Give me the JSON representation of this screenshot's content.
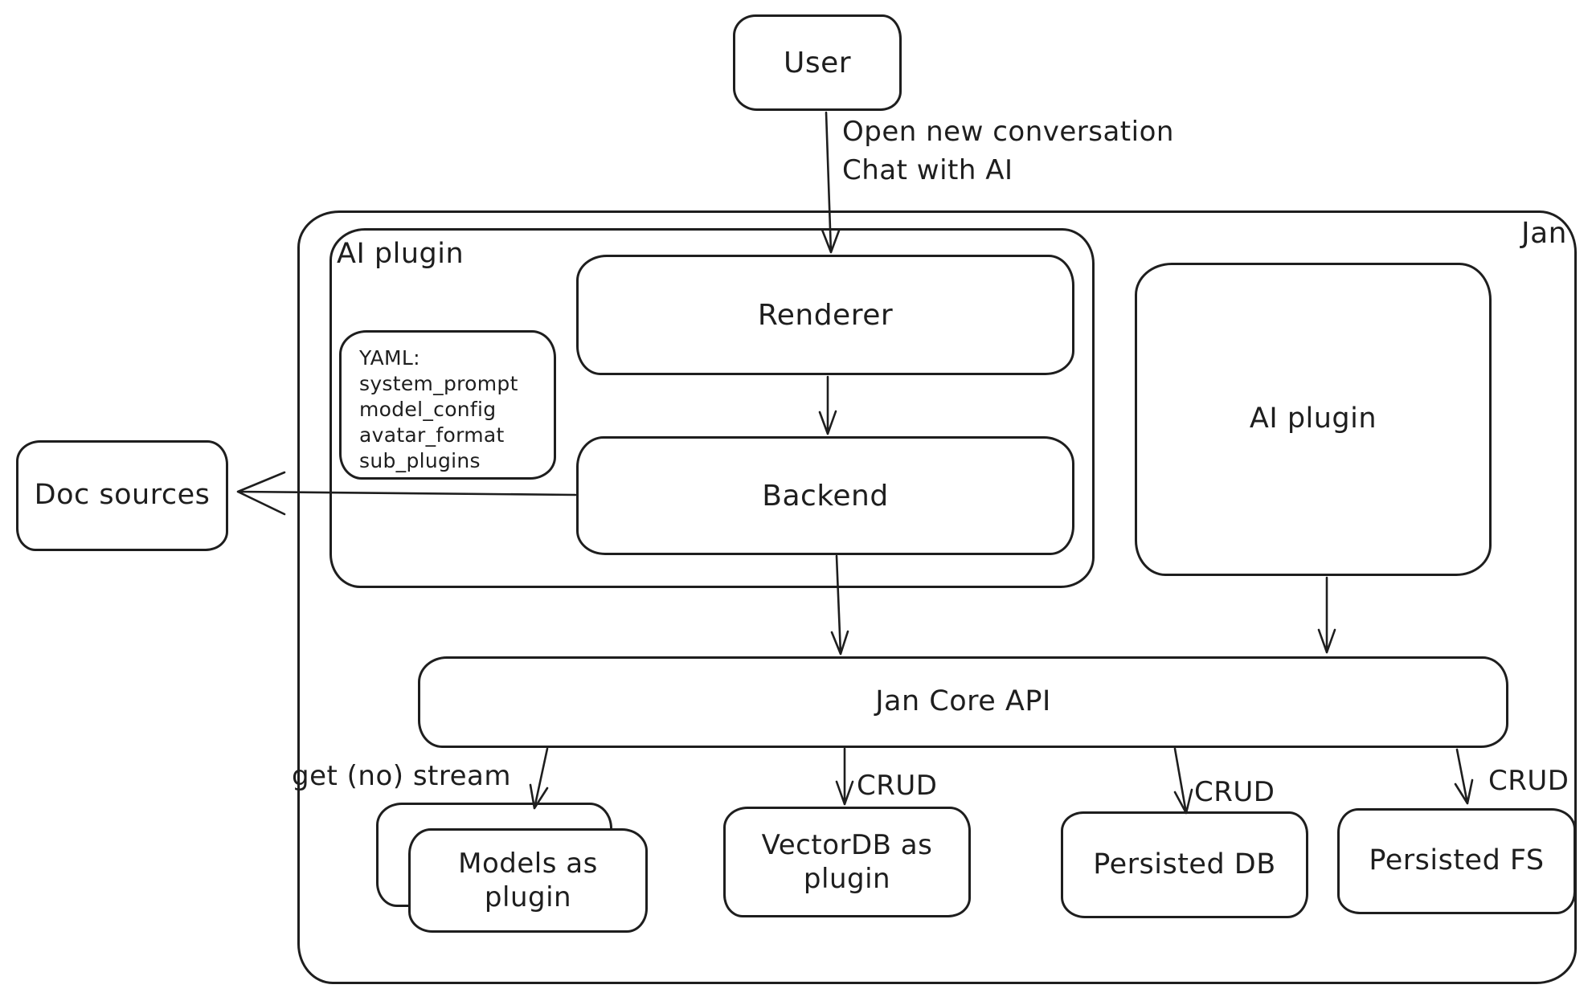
{
  "colors": {
    "stroke": "#1e1e1e",
    "background": "#ffffff"
  },
  "nodes": {
    "user": {
      "label": "User"
    },
    "jan": {
      "label": "Jan"
    },
    "ai_plugin_container": {
      "label": "AI plugin"
    },
    "renderer": {
      "label": "Renderer"
    },
    "backend": {
      "label": "Backend"
    },
    "yaml_note": {
      "lines": [
        "YAML:",
        "system_prompt",
        "model_config",
        "avatar_format",
        "sub_plugins"
      ]
    },
    "doc_sources": {
      "label": "Doc sources"
    },
    "ai_plugin_right": {
      "label": "AI plugin"
    },
    "jan_core_api": {
      "label": "Jan Core API"
    },
    "models_as_plugin": {
      "label": "Models as plugin"
    },
    "vectordb_as_plugin": {
      "label": "VectorDB as plugin"
    },
    "persisted_db": {
      "label": "Persisted DB"
    },
    "persisted_fs": {
      "label": "Persisted FS"
    }
  },
  "edges": {
    "user_to_renderer": {
      "line1": "Open new conversation",
      "line2": "Chat with AI"
    },
    "core_to_models": {
      "label": "get (no) stream"
    },
    "core_to_vectordb": {
      "label": "CRUD"
    },
    "core_to_persisted_db": {
      "label": "CRUD"
    },
    "core_to_persisted_fs": {
      "label": "CRUD"
    }
  }
}
